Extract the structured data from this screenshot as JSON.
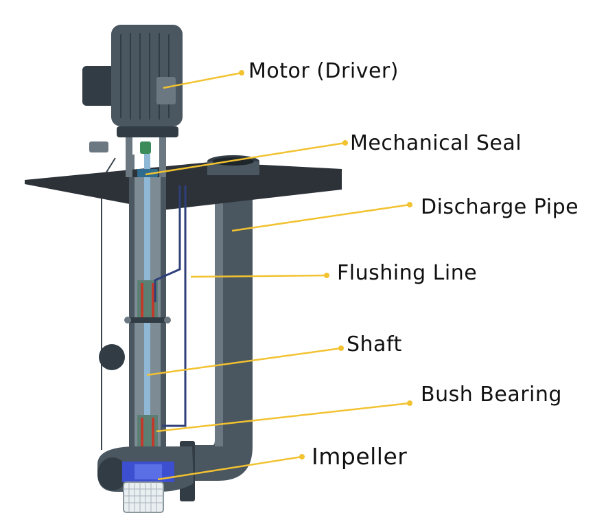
{
  "labels": {
    "motor": "Motor (Driver)",
    "mechanical_seal": "Mechanical Seal",
    "discharge_pipe": "Discharge Pipe",
    "flushing_line": "Flushing Line",
    "shaft": "Shaft",
    "bush_bearing": "Bush Bearing",
    "impeller": "Impeller"
  },
  "colors": {
    "leader": "#f2c230",
    "pump_body": "#4a5660",
    "pump_dark": "#323c44",
    "pump_light": "#6b7882",
    "plate": "#2c3238",
    "shaft_blue": "#8fb7d6",
    "seal_accent": "#c0392b",
    "impeller_blue": "#3b4fd0"
  },
  "icons": {
    "pump": "vertical-sump-pump-illustration"
  }
}
